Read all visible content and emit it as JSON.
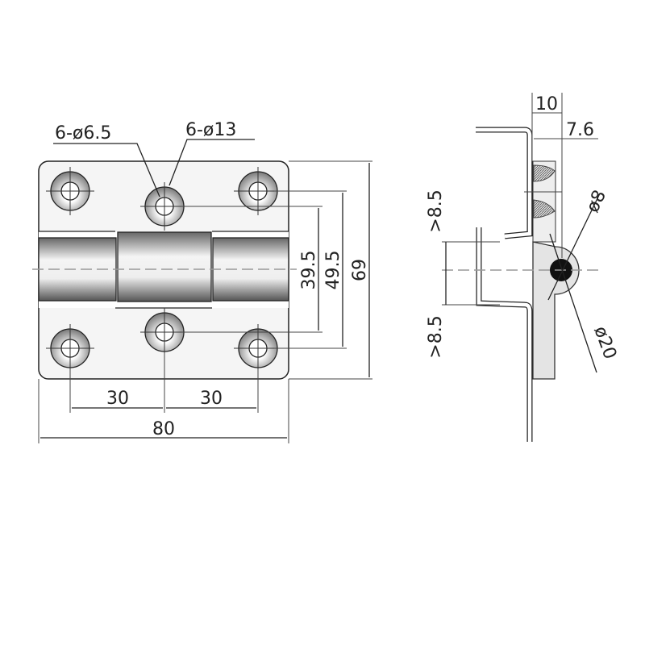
{
  "front_view": {
    "hole_callout": "6-ø6.5",
    "counterbore_callout": "6-ø13",
    "dim_inner_hole_spacing": "39.5",
    "dim_outer_hole_spacing": "49.5",
    "dim_height": "69",
    "dim_left_pitch": "30",
    "dim_right_pitch": "30",
    "dim_width": "80"
  },
  "side_view": {
    "dim_thickness": "10",
    "dim_leaf_offset": "7.6",
    "dim_upper_clearance": ">8.5",
    "dim_lower_clearance": ">8.5",
    "dim_pin_diameter": "ø8",
    "dim_knuckle_diameter": "ø20"
  },
  "colors": {
    "line": "#222222",
    "pin": "#111111",
    "knuckle": "#e4e4e4"
  }
}
